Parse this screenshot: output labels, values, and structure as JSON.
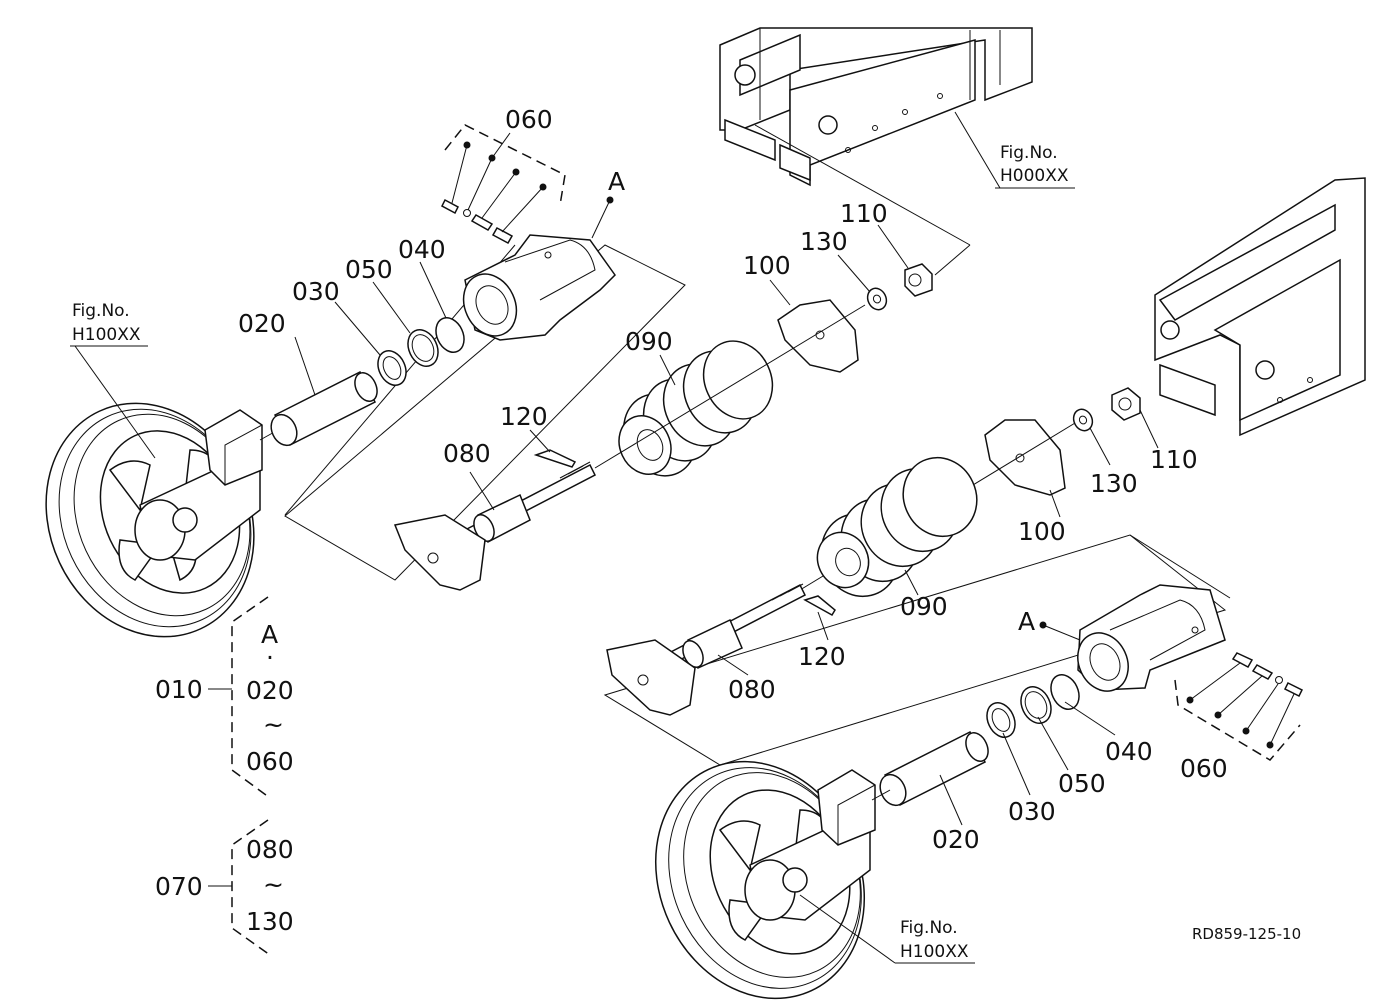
{
  "drawing_ref": "RD859-125-10",
  "fig_refs": {
    "top_frame": {
      "line1": "Fig.No.",
      "line2": "H000XX"
    },
    "left_wheel": {
      "line1": "Fig.No.",
      "line2": "H100XX"
    },
    "right_wheel": {
      "line1": "Fig.No.",
      "line2": "H100XX"
    }
  },
  "callouts_left": {
    "p060": "060",
    "pA": "A",
    "p020": "020",
    "p030": "030",
    "p050": "050",
    "p040": "040",
    "p090": "090",
    "p100": "100",
    "p130": "130",
    "p110": "110",
    "p120": "120",
    "p080": "080"
  },
  "callouts_right": {
    "p110": "110",
    "p130": "130",
    "p100": "100",
    "p090": "090",
    "p120": "120",
    "p080": "080",
    "pA": "A",
    "p040": "040",
    "p050": "050",
    "p060": "060",
    "p030": "030",
    "p020": "020"
  },
  "legend": {
    "group1": {
      "parent": "010",
      "items": [
        "A",
        "·",
        "020",
        "~",
        "060"
      ]
    },
    "group2": {
      "parent": "070",
      "items": [
        "080",
        "~",
        "130"
      ]
    }
  }
}
